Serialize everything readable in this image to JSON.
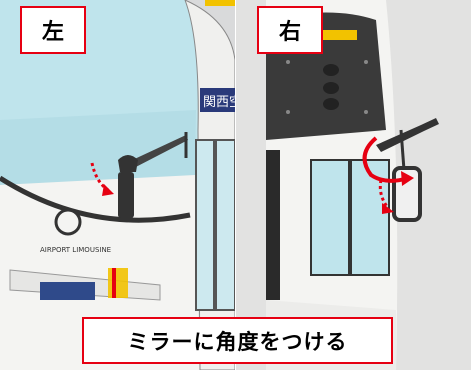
{
  "labels": {
    "left": "左",
    "right": "右"
  },
  "caption": "ミラーに角度をつける",
  "bus": {
    "sign_text": "関西空",
    "logo_text": "AIRPORT LIMOUSINE"
  },
  "colors": {
    "frame_red": "#e60012",
    "arrow_red": "#e60012",
    "window_blue": "#bfe4ec",
    "bus_white": "#f4f4f2",
    "accent_yellow": "#f2c200"
  }
}
